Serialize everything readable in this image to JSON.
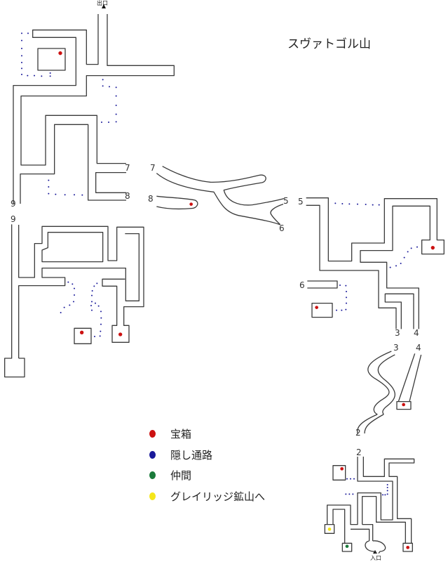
{
  "title": "スヴァトゴル山",
  "exit_label": "出口",
  "entrance_label": "入口",
  "connectors": {
    "n2": "2",
    "n3": "3",
    "n4": "4",
    "n5": "5",
    "n6": "6",
    "n7": "7",
    "n8": "8",
    "n9": "9"
  },
  "legend": [
    {
      "label": "宝箱",
      "color": "#cc1111"
    },
    {
      "label": "隠し通路",
      "color": "#1a1a9a"
    },
    {
      "label": "仲間",
      "color": "#1a7a3a"
    },
    {
      "label": "グレイリッジ鉱山へ",
      "color": "#f5e61a"
    }
  ]
}
